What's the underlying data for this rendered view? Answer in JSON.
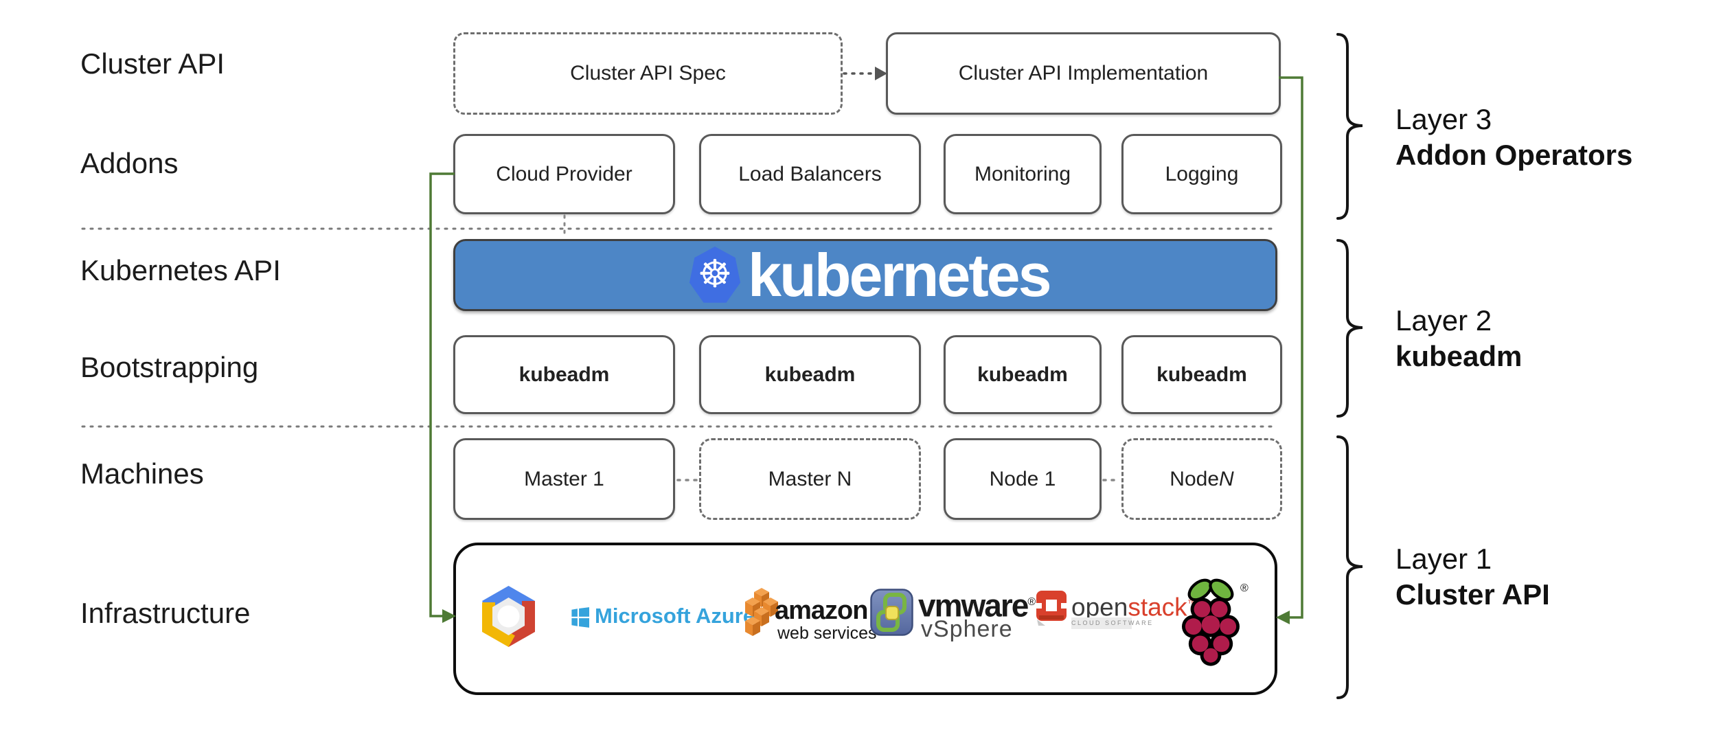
{
  "left_labels": [
    "Cluster API",
    "Addons",
    "Kubernetes API",
    "Bootstrapping",
    "Machines",
    "Infrastructure"
  ],
  "top_row": {
    "spec_label": "Cluster API Spec",
    "impl_label": "Cluster API Implementation"
  },
  "addons_row": [
    "Cloud Provider",
    "Load Balancers",
    "Monitoring",
    "Logging"
  ],
  "kubernetes_banner": {
    "wordmark": "kubernetes",
    "wheel_glyph": "☸"
  },
  "bootstrapping_row": [
    "kubeadm",
    "kubeadm",
    "kubeadm",
    "kubeadm"
  ],
  "machines_row": [
    {
      "prefix": "Master 1",
      "suffix": ""
    },
    {
      "prefix": "Master N",
      "suffix": ""
    },
    {
      "prefix": "Node 1",
      "suffix": ""
    },
    {
      "prefix": "Node ",
      "suffix": "N"
    }
  ],
  "infrastructure": {
    "providers": [
      "google-cloud",
      "microsoft-azure",
      "amazon-web-services",
      "vmware-vsphere",
      "openstack",
      "raspberry-pi"
    ],
    "azure_label": "Microsoft Azure",
    "amazon_label": "amazon",
    "amazon_sublabel": "web services",
    "vmware_label": "vmware",
    "vmware_reg": "®",
    "vmware_sublabel": "vSphere",
    "openstack_label_open": "open",
    "openstack_label_stack": "stack",
    "openstack_tm": "™",
    "openstack_sublabel": "CLOUD SOFTWARE",
    "rpi_reg": "®"
  },
  "layer_labels": [
    {
      "line1": "Layer 3",
      "line2": "Addon Operators"
    },
    {
      "line1": "Layer 2",
      "line2": "kubeadm"
    },
    {
      "line1": "Layer 1",
      "line2": "Cluster API"
    }
  ],
  "colors": {
    "connector_green": "#4e7a35",
    "banner_blue": "#4d86c6",
    "k8s_logo_blue": "#3f6ee2",
    "azure_blue": "#35a3dc",
    "aws_orange": "#e8892f",
    "openstack_red": "#d9402c",
    "vmware_green": "#79b543",
    "rpi_green": "#6fb53f",
    "rpi_red": "#b01c4b",
    "box_border": "#595959",
    "brace_black": "#141414"
  }
}
